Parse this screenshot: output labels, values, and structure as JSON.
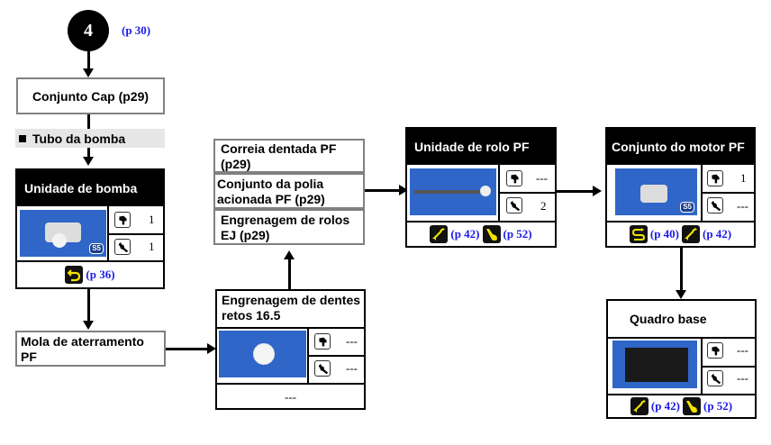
{
  "start": {
    "number": "4",
    "page_ref": "(p 30)"
  },
  "cap_box": {
    "label": "Conjunto Cap (p29)"
  },
  "sub_item": {
    "label": "Tubo da bomba"
  },
  "pump_unit": {
    "title": "Unidade de bomba",
    "badge": "S5",
    "screw_count": "1",
    "wrench_count": "1",
    "footer": [
      {
        "icon": "reattach-icon",
        "page_ref": "(p 36)"
      }
    ]
  },
  "ground_spring": {
    "label": "Mola de aterramento PF"
  },
  "spur_gear": {
    "title": "Engrenagem de dentes retos 16.5",
    "screw_count": "---",
    "wrench_count": "---",
    "footer_text": "---"
  },
  "stack": {
    "items": [
      {
        "label": "Correia dentada PF (p29)"
      },
      {
        "label": "Conjunto da polia acionada PF (p29)"
      },
      {
        "label": "Engrenagem de rolos EJ (p29)"
      }
    ]
  },
  "pf_roller": {
    "title": "Unidade de rolo PF",
    "screw_count": "---",
    "wrench_count": "2",
    "footer": [
      {
        "icon": "adjustment-icon",
        "page_ref": "(p 42)"
      },
      {
        "icon": "lubrication-icon",
        "page_ref": "(p 52)"
      }
    ]
  },
  "pf_motor": {
    "title": "Conjunto do motor PF",
    "badge": "S5",
    "screw_count": "1",
    "wrench_count": "---",
    "footer": [
      {
        "icon": "routing-icon",
        "page_ref": "(p 40)"
      },
      {
        "icon": "adjustment-icon",
        "page_ref": "(p 42)"
      }
    ]
  },
  "base_frame": {
    "title": "Quadro base",
    "screw_count": "---",
    "wrench_count": "---",
    "footer": [
      {
        "icon": "adjustment-icon",
        "page_ref": "(p 42)"
      },
      {
        "icon": "lubrication-icon",
        "page_ref": "(p 52)"
      }
    ]
  }
}
